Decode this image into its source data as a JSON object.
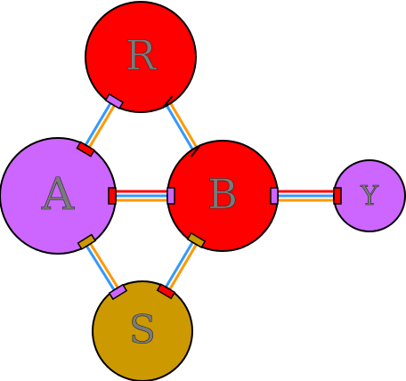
{
  "colors": {
    "red": "#ff0000",
    "purple": "#cc66ff",
    "gold": "#cc9900",
    "orange_edge": "#ff9900",
    "blue_edge": "#3399ff",
    "outline": "#000000",
    "label": "#7a7a7a"
  },
  "nodes": [
    {
      "id": "R",
      "label": "R",
      "fill": "red"
    },
    {
      "id": "A",
      "label": "A",
      "fill": "purple"
    },
    {
      "id": "B",
      "label": "B",
      "fill": "red"
    },
    {
      "id": "Y",
      "label": "Y",
      "fill": "purple"
    },
    {
      "id": "S",
      "label": "S",
      "fill": "gold"
    }
  ],
  "edges": [
    {
      "from": "R",
      "to": "A",
      "style": "orange-blue",
      "end_colors": [
        "purple",
        "red"
      ]
    },
    {
      "from": "R",
      "to": "B",
      "style": "orange-blue",
      "end_colors": [
        "none",
        "none"
      ]
    },
    {
      "from": "A",
      "to": "B",
      "style": "red-blue-orange",
      "end_colors": [
        "red",
        "purple"
      ]
    },
    {
      "from": "B",
      "to": "Y",
      "style": "red-blue-orange",
      "end_colors": [
        "purple",
        "red"
      ]
    },
    {
      "from": "A",
      "to": "S",
      "style": "orange-blue",
      "end_colors": [
        "gold",
        "purple"
      ]
    },
    {
      "from": "B",
      "to": "S",
      "style": "orange-blue",
      "end_colors": [
        "gold",
        "red"
      ]
    }
  ]
}
